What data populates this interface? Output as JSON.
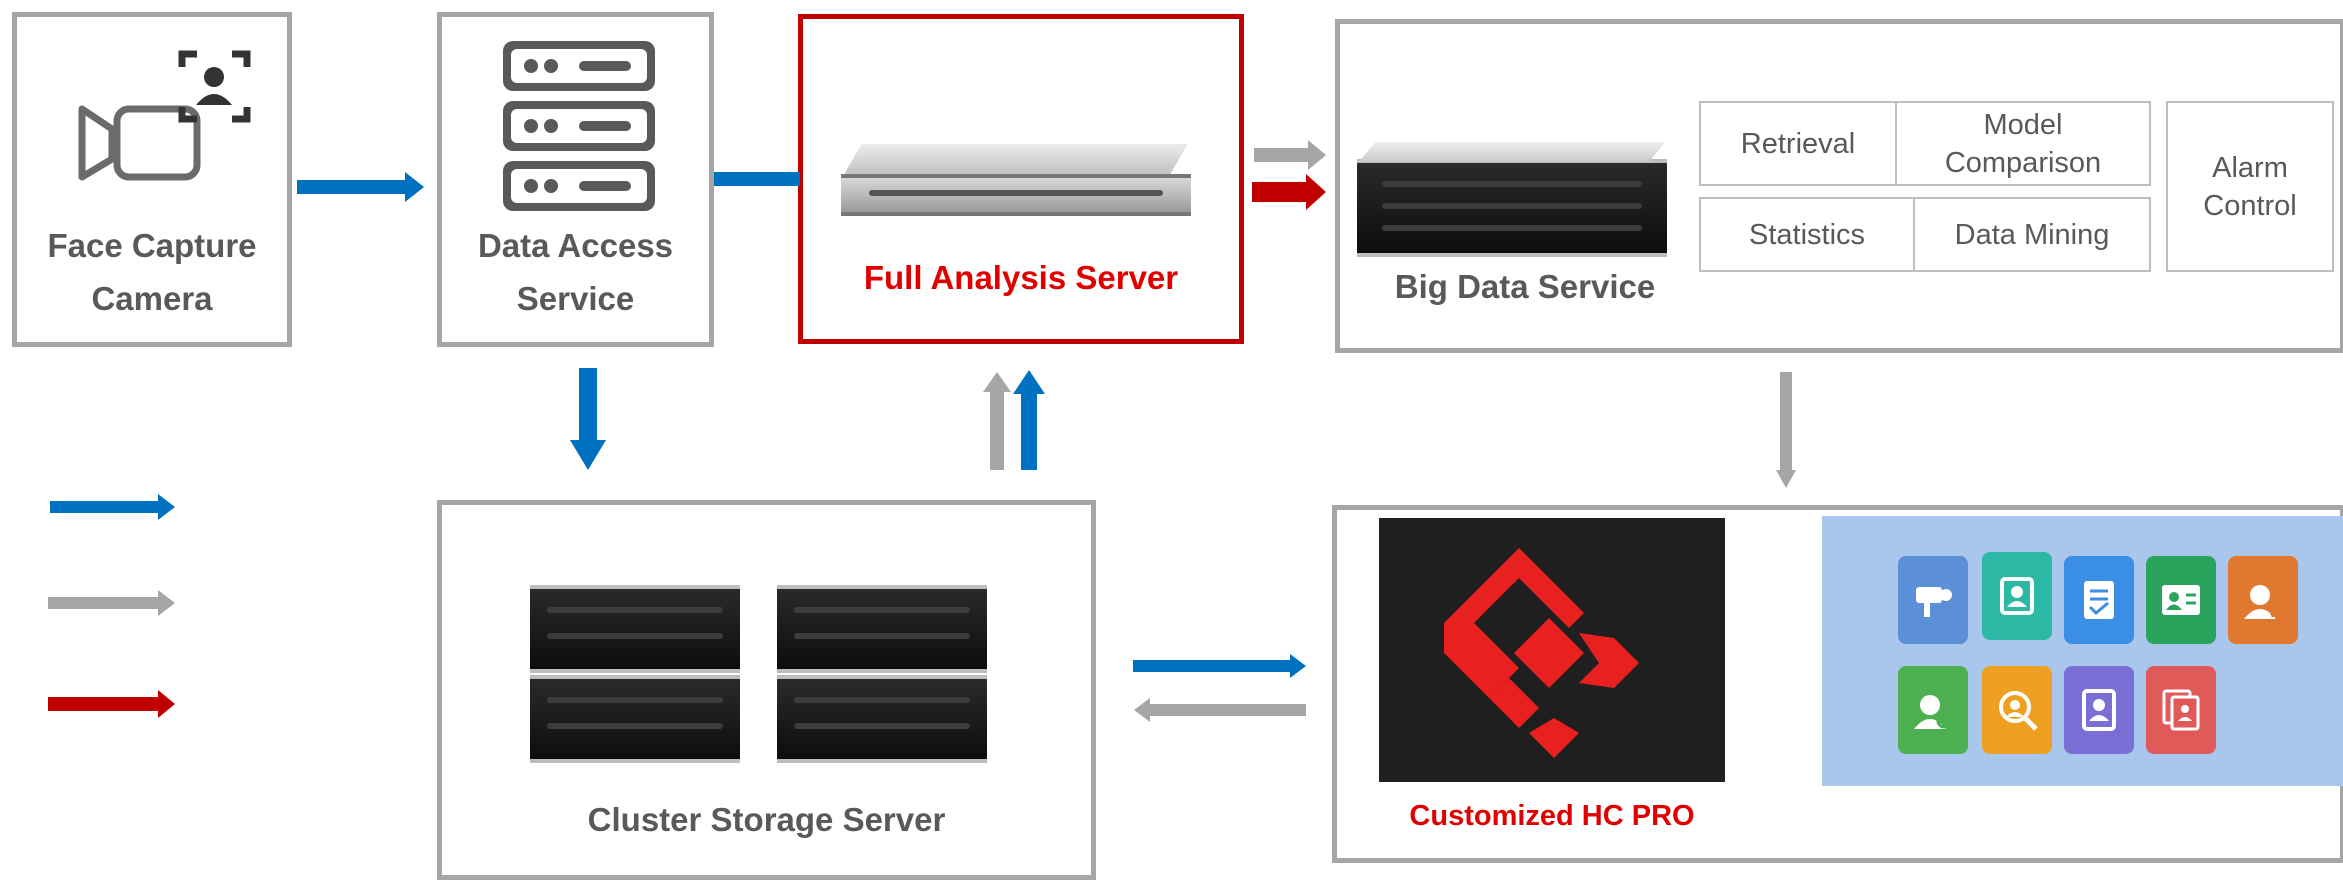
{
  "nodes": {
    "camera": {
      "label_line1": "Face Capture",
      "label_line2": "Camera"
    },
    "data_access": {
      "label_line1": "Data Access",
      "label_line2": "Service"
    },
    "full_analysis": {
      "label": "Full Analysis Server"
    },
    "big_data": {
      "label": "Big Data Service",
      "functions": [
        "Retrieval",
        "Model Comparison",
        "Statistics",
        "Data Mining",
        "Alarm Control"
      ]
    },
    "cluster_storage": {
      "label": "Cluster Storage Server"
    },
    "hc_pro": {
      "label": "Customized HC PRO"
    }
  },
  "colors": {
    "blue": "#0070c0",
    "gray": "#a6a6a6",
    "red": "#c00000",
    "red_text": "#e00000"
  },
  "legend": [
    "blue-arrow",
    "gray-arrow",
    "red-arrow"
  ],
  "app_icons": [
    {
      "name": "camera-app-icon",
      "color": "#5b8fd6"
    },
    {
      "name": "face-capture-app-icon",
      "color": "#2db8a6"
    },
    {
      "name": "checklist-app-icon",
      "color": "#3a8ee6"
    },
    {
      "name": "id-card-app-icon",
      "color": "#2ca35c"
    },
    {
      "name": "vs-compare-app-icon",
      "color": "#e0792f"
    },
    {
      "name": "face-search-app-icon",
      "color": "#4caf50"
    },
    {
      "name": "magnifier-app-icon",
      "color": "#f0a020"
    },
    {
      "name": "person-search-app-icon",
      "color": "#7b6fd6"
    },
    {
      "name": "document-app-icon",
      "color": "#e05a5a"
    }
  ]
}
